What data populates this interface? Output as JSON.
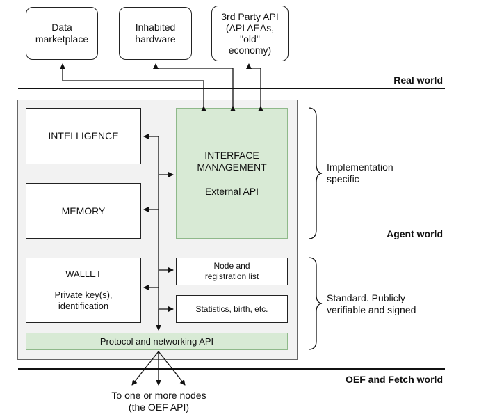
{
  "top_boxes": {
    "data_marketplace": "Data\nmarketplace",
    "inhabited_hardware": "Inhabited\nhardware",
    "third_party_api": "3rd Party API\n(API AEAs,\n\"old\"\neconomy)"
  },
  "world_labels": {
    "real_world": "Real world",
    "agent_world": "Agent world",
    "oef_fetch_world": "OEF and Fetch world"
  },
  "agent_boxes": {
    "intelligence": "INTELLIGENCE",
    "memory": "MEMORY",
    "interface_title": "INTERFACE\nMANAGEMENT",
    "interface_sub": "External API",
    "wallet_title": "WALLET",
    "wallet_sub": "Private key(s),\nidentification",
    "node_list": "Node and\nregistration list",
    "statistics": "Statistics, birth, etc.",
    "protocol": "Protocol and networking API"
  },
  "brace_labels": {
    "implementation": "Implementation\nspecific",
    "standard": "Standard. Publicly\nverifiable and signed"
  },
  "bottom_label": "To one or more nodes\n(the OEF API)"
}
